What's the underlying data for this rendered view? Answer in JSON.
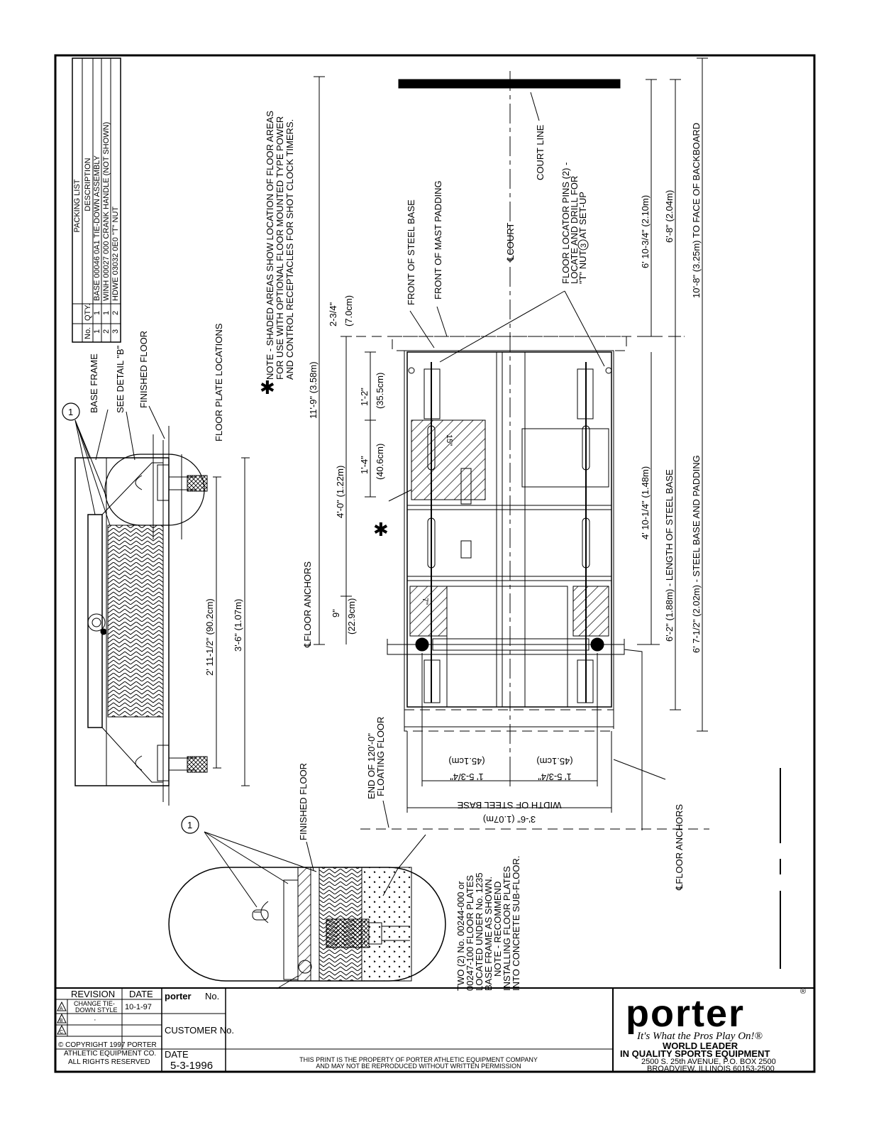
{
  "packing_list": {
    "title": "PACKING LIST",
    "headers": [
      "No.",
      "QTY.",
      "DESCRIPTION"
    ],
    "rows": [
      {
        "no": "1",
        "qty": "1",
        "description": "BASE 00046 0A1  TIE-DOWN ASSEMBLY"
      },
      {
        "no": "2",
        "qty": "1",
        "description": "WINH 00027 000  CRANK HANDLE (NOT SHOWN)"
      },
      {
        "no": "3",
        "qty": "2",
        "description": "HDWE 03032 0E0  \"T\" NUT"
      }
    ]
  },
  "side_view": {
    "balloon": "1",
    "base_frame": "BASE FRAME",
    "see_detail": "SEE DETAIL \"B\"",
    "finished_floor": "FINISHED FLOOR",
    "floor_plate_locations": "FLOOR PLATE LOCATIONS",
    "dim_inner": "2' 11-1/2\" (90.2cm)",
    "dim_outer": "3'-6\" (1.07m)"
  },
  "note": {
    "star": "✱",
    "line1": "NOTE - SHADED AREAS SHOW LOCATION OF FLOOR AREAS",
    "line2": "FOR USE WITH OPTIONAL FLOOR MOUNTED TYPE POWER",
    "line3": "AND CONTROL RECEPTACLES FOR SHOT CLOCK TIMERS."
  },
  "plan_view": {
    "dim_overall": "11'-9\" (3.58m)",
    "dim_2_34": "2-3/4\"",
    "dim_2_34_cm": "(7.0cm)",
    "dim_4_0": "4'-0\" (1.22m)",
    "dim_1_2": "1'-2\"",
    "dim_1_2_cm": "(35.5cm)",
    "dim_1_4": "1'-4\"",
    "dim_1_4_cm": "(40.6cm)",
    "dim_15": "15\"",
    "dim_9": "9\"",
    "dim_9_cm": "(22.9cm)",
    "dim_7": "7\"",
    "floor_anchors": "℄FLOOR ANCHORS",
    "front_steel": "FRONT OF STEEL BASE",
    "front_padding": "FRONT OF MAST PADDING",
    "center_court": "℄COURT",
    "court_line": "COURT LINE",
    "locator_1": "FLOOR LOCATOR PINS (2) -",
    "locator_2": "LOCATE AND DRILL FOR",
    "locator_3": "\"T\" NUT",
    "locator_3b": "AT SET-UP",
    "locator_num": "3",
    "dim_6_10": "6' 10-3/4\" (2.10m)",
    "dim_6_8": "6'-8\" (2.04m)",
    "dim_10_8": "10'-8\" (3.25m) TO FACE OF BACKBOARD",
    "dim_4_10": "4' 10-1/4\" (1.48m)",
    "dim_6_2": "6'-2\" (1.88m) - LENGTH OF STEEL BASE",
    "dim_6_7": "6' 7-1/2\" (2.02m) - STEEL BASE AND PADDING",
    "end_floor_1": "END OF 120'-0\"",
    "end_floor_2": "FLOATING FLOOR",
    "dim_1_5a": "1' 5-3/4\"",
    "dim_1_5a_cm": "(45.1cm)",
    "dim_1_5b": "1' 5-3/4\"",
    "dim_1_5b_cm": "(45.1cm)",
    "width_steel": "WIDTH OF STEEL BASE",
    "dim_3_6": "3'-6\" (1.07m)",
    "floor_anchors_bottom": "℄FLOOR ANCHORS",
    "plates_note": [
      "TWO (2) No. 00244-000 or",
      "00247-100 FLOOR PLATES",
      "LOCATED UNDER No. 1235",
      "BASE FRAME AS SHOWN.",
      "NOTE - RECOMMEND",
      "INSTALLING FLOOR PLATES",
      "INTO CONCRETE SUB-FLOOR."
    ]
  },
  "detail": {
    "balloon": "1",
    "finished_floor": "FINISHED FLOOR"
  },
  "title_block": {
    "revision_header": "REVISION",
    "date_header": "DATE",
    "rev_a_desc_1": "CHANGE TIE-",
    "rev_a_desc_2": "DOWN STYLE",
    "rev_a_date": "10-1-97",
    "rev_b_desc": "·",
    "rev_letters": [
      "A",
      "B",
      "C"
    ],
    "copyright_1": "© COPYRIGHT 1997 PORTER",
    "copyright_2": "ATHLETIC EQUIPMENT CO.",
    "copyright_3": "ALL RIGHTS RESERVED",
    "porter_no_brand": "porter",
    "porter_no_label": "No.",
    "customer_no": "CUSTOMER No.",
    "date_label": "DATE",
    "date_value": "5-3-1996",
    "property_1": "THIS PRINT IS THE PROPERTY OF PORTER ATHLETIC EQUIPMENT COMPANY",
    "property_2": "AND MAY NOT BE REPRODUCED WITHOUT WRITTEN PERMISSION",
    "logo": "porter",
    "registered": "®",
    "tagline": "It's What the Pros Play On!®",
    "world_leader": "WORLD LEADER",
    "quality": "IN QUALITY SPORTS EQUIPMENT",
    "address_1": "2500 S. 25th AVENUE, P.O. BOX 2500",
    "address_2": "BROADVIEW, ILLINOIS  60153-2500"
  }
}
